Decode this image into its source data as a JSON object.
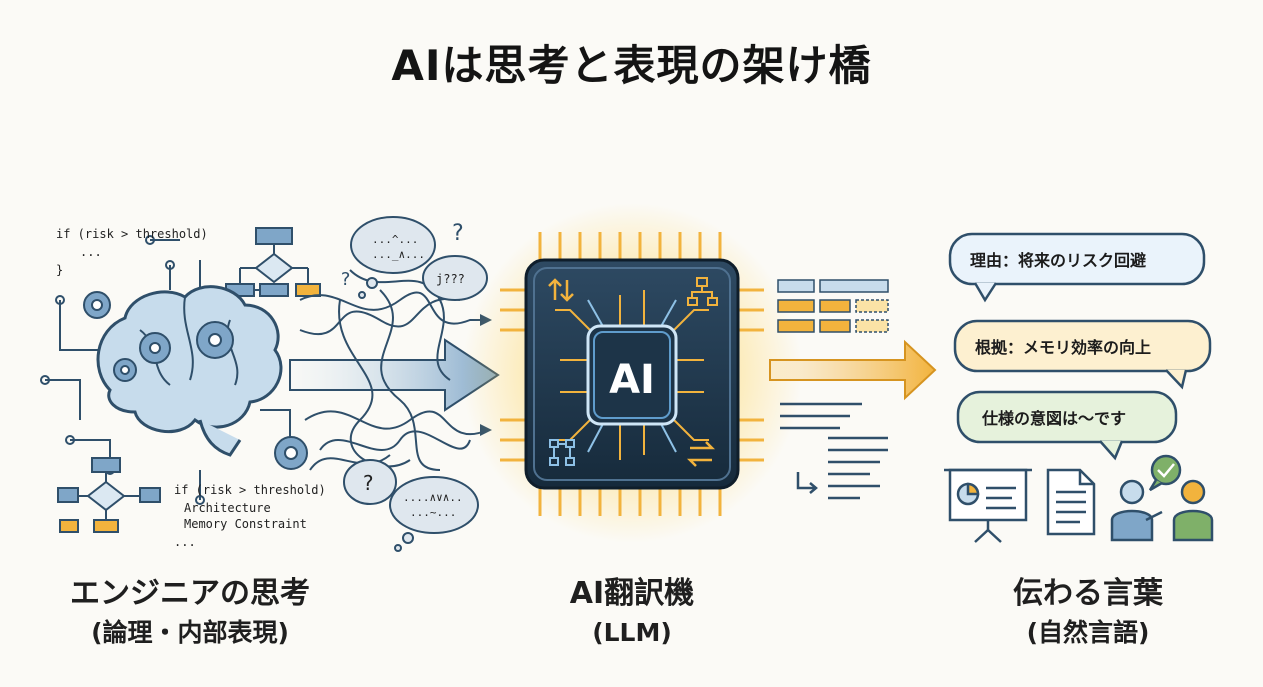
{
  "title": "AIは思考と表現の架け橋",
  "left": {
    "caption_main": "エンジニアの思考",
    "caption_sub": "(論理・内部表現)",
    "code_top_line1": "if (risk > threshold)",
    "code_top_line2": "...",
    "code_top_line3": "}",
    "code_bottom_line1": "if (risk > threshold)",
    "code_bottom_line2": "Architecture",
    "code_bottom_line3": "Memory Constraint",
    "code_bottom_line4": "..."
  },
  "thoughts": {
    "cloud1": "...^...",
    "cloud1b": "..._∧...",
    "cloud2": "j???",
    "cloud3": "?",
    "cloud4": "....∧∨∧..",
    "cloud4b": "...~...",
    "q1": "?",
    "q2": "?"
  },
  "middle": {
    "chip_label": "AI",
    "caption_main": "AI翻訳機",
    "caption_sub": "(LLM)"
  },
  "right": {
    "caption_main": "伝わる言葉",
    "caption_sub": "(自然言語)",
    "bubbles": [
      {
        "text": "理由：将来のリスク回避",
        "color": "#eaf3fb",
        "border": "#2f4f6a"
      },
      {
        "text": "根拠：メモリ効率の向上",
        "color": "#fdf0d0",
        "border": "#2f4f6a"
      },
      {
        "text": "仕様の意図は〜です",
        "color": "#e6f2dc",
        "border": "#2f4f6a"
      }
    ]
  },
  "colors": {
    "navy": "#2f4f6a",
    "blue_fill": "#dbe8f2",
    "orange": "#f2b33d",
    "chip_dark": "#1d3448",
    "glow": "#ffd45a",
    "green": "#7fb069"
  }
}
